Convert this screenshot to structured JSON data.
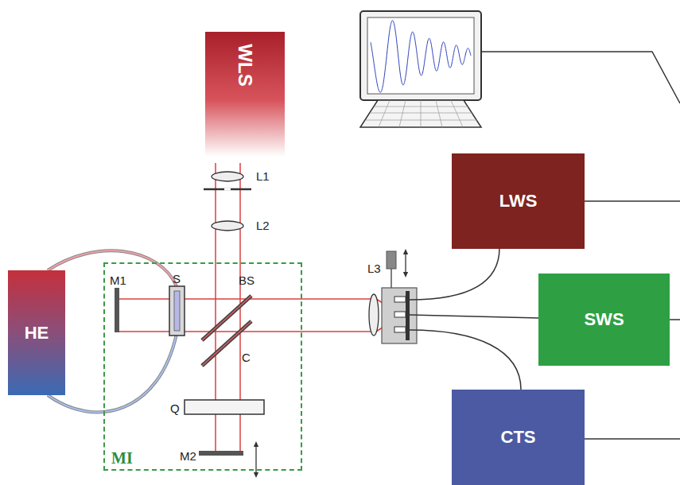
{
  "diagram": {
    "nodes": [
      {
        "text": [
          "WLS"
        ]
      },
      {
        "text": [
          "HE"
        ]
      },
      {
        "text": [
          "MI"
        ]
      },
      {
        "text": [
          "LWS"
        ]
      },
      {
        "text": [
          "SWS"
        ]
      },
      {
        "text": [
          "CTS"
        ]
      }
    ],
    "labels": [
      "L1",
      "L2",
      "M1",
      "S",
      "BS",
      "C",
      "Q",
      "M2",
      "L3"
    ]
  }
}
